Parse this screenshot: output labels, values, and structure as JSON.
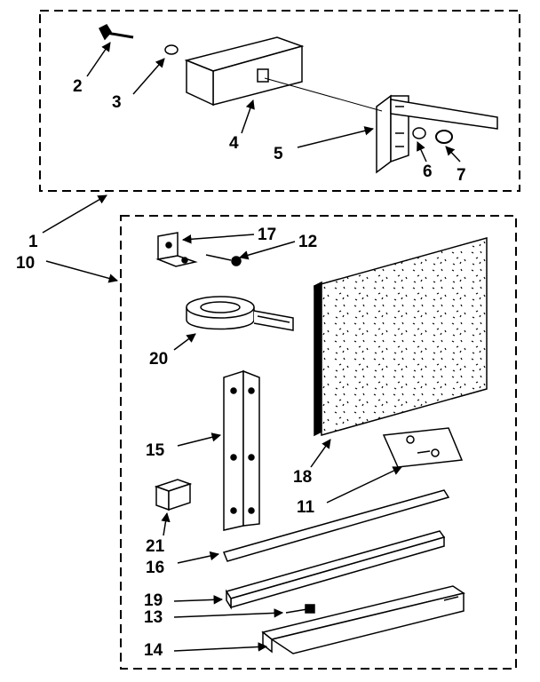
{
  "labels": {
    "l1": "1",
    "l2": "2",
    "l3": "3",
    "l4": "4",
    "l5": "5",
    "l6": "6",
    "l7": "7",
    "l10": "10",
    "l11": "11",
    "l12": "12",
    "l13": "13",
    "l14": "14",
    "l15": "15",
    "l16": "16",
    "l17": "17",
    "l18": "18",
    "l19": "19",
    "l20": "20",
    "l21": "21"
  }
}
